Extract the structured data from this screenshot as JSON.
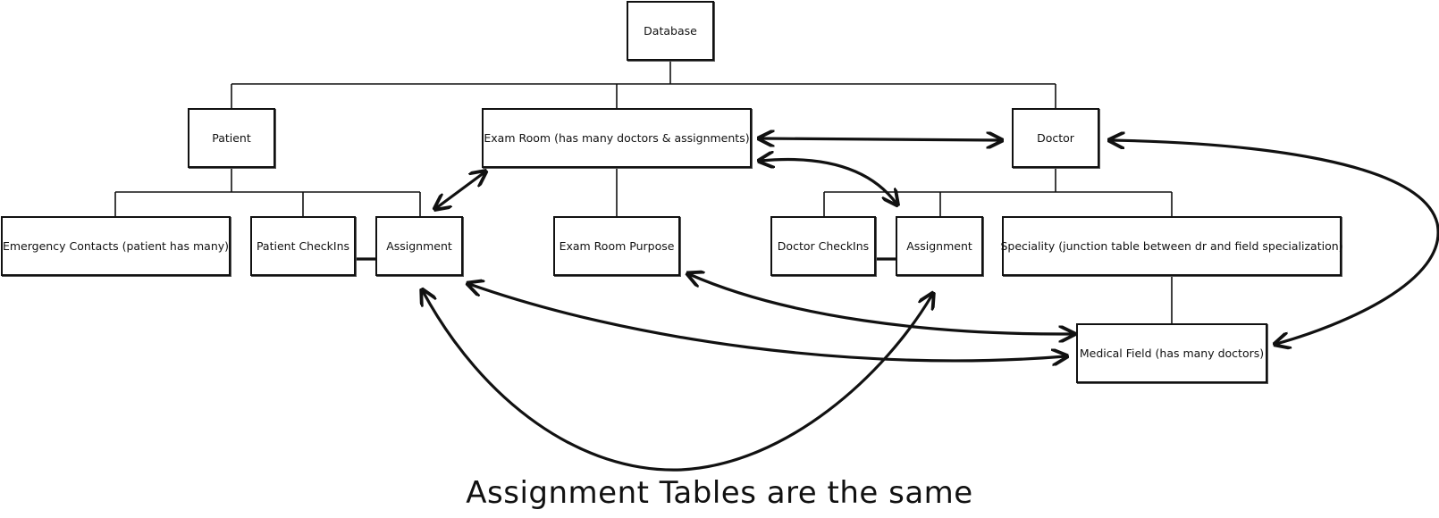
{
  "nodes": {
    "database": "Database",
    "patient": "Patient",
    "exam_room": "Exam Room (has many doctors & assignments)",
    "doctor": "Doctor",
    "emergency_contacts": "Emergency Contacts (patient has many)",
    "patient_checkins": "Patient CheckIns",
    "patient_assignment": "Assignment",
    "exam_room_purpose": "Exam Room Purpose",
    "doctor_checkins": "Doctor CheckIns",
    "doctor_assignment": "Assignment",
    "speciality": "Speciality (junction table between dr and field specialization)",
    "medical_field": "Medical Field (has many doctors)"
  },
  "caption": "Assignment Tables are the same",
  "colors": {
    "stroke": "#111111",
    "background": "#ffffff"
  }
}
